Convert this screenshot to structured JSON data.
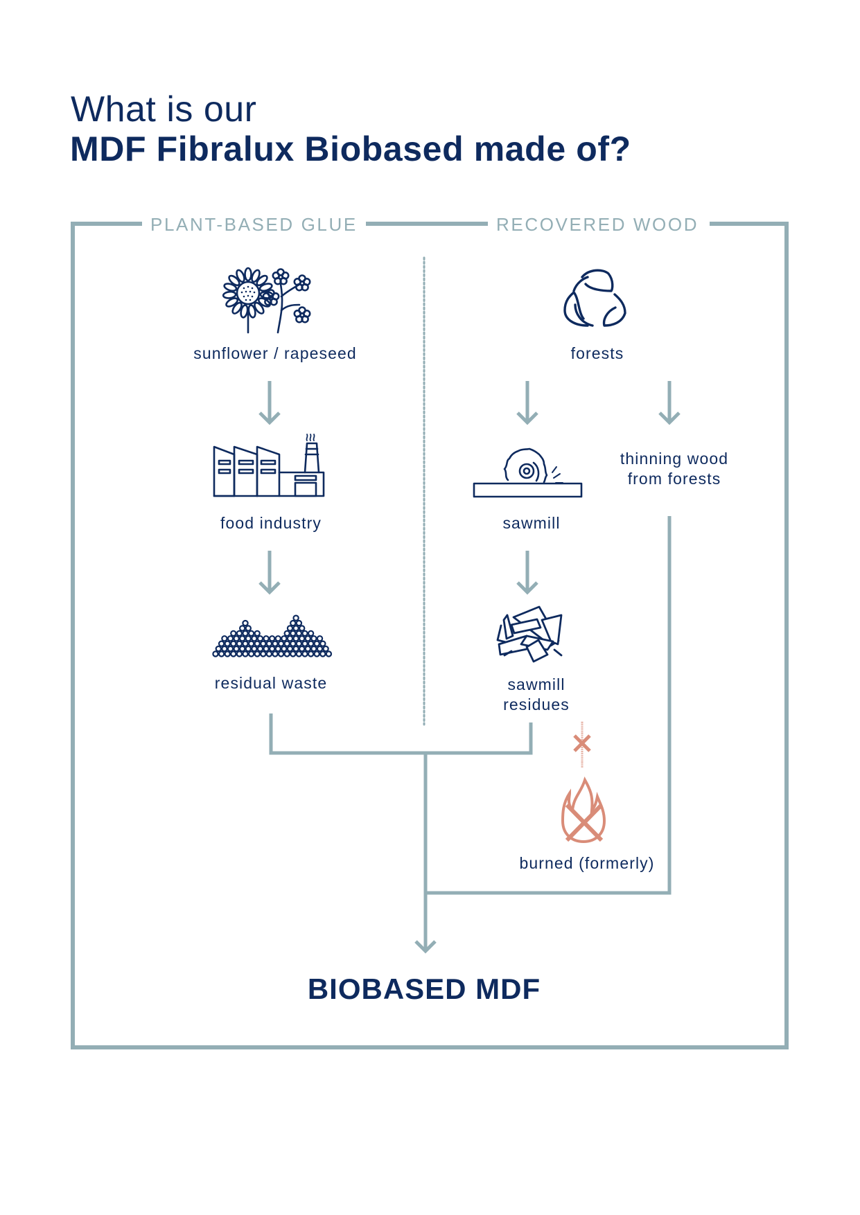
{
  "title": {
    "line1": "What is our",
    "line2": "MDF Fibralux Biobased made of?"
  },
  "sections": {
    "left": "PLANT-BASED GLUE",
    "right": "RECOVERED WOOD"
  },
  "plant_based_glue": {
    "nodes": [
      {
        "label": "sunflower / rapeseed",
        "icon": "sunflower-rapeseed-icon"
      },
      {
        "label": "food industry",
        "icon": "factory-icon"
      },
      {
        "label": "residual waste",
        "icon": "residual-pile-icon"
      }
    ]
  },
  "recovered_wood": {
    "source": {
      "label": "forests",
      "icon": "leaf-cycle-icon"
    },
    "sawmill": {
      "label": "sawmill",
      "icon": "circular-saw-icon"
    },
    "thinning": {
      "label_line1": "thinning wood",
      "label_line2": "from forests"
    },
    "residues": {
      "label_line1": "sawmill",
      "label_line2": "residues",
      "icon": "wood-scraps-icon"
    },
    "burned": {
      "label": "burned (formerly)",
      "icon": "crossed-fire-icon"
    }
  },
  "result": {
    "label": "BIOBASED MDF"
  },
  "colors": {
    "navy": "#0E2A5E",
    "frame": "#93AEB5",
    "rejected": "#D98C78",
    "background": "#FFFFFF"
  }
}
